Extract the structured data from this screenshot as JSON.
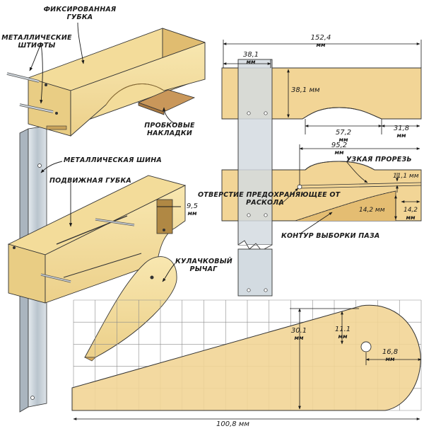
{
  "labels": {
    "fixed_jaw_1": "ФИКСИРОВАННАЯ",
    "fixed_jaw_2": "ГУБКА",
    "pins_1": "МЕТАЛЛИЧЕСКИЕ",
    "pins_2": "ШТИФТЫ",
    "cork_1": "ПРОБКОВЫЕ",
    "cork_2": "НАКЛАДКИ",
    "bar": "МЕТАЛЛИЧЕСКАЯ ШИНА",
    "movable_jaw": "ПОДВИЖНАЯ ГУБКА",
    "cam_1": "КУЛАЧКОВЫЙ",
    "cam_2": "РЫЧАГ",
    "slot": "УЗКАЯ ПРОРЕЗЬ",
    "hole_1": "ОТВЕРСТИЕ ПРЕДОХРАНЯЮЩЕЕ ОТ",
    "hole_2": "РАСКОЛА",
    "outline": "КОНТУР ВЫБОРКИ ПАЗА"
  },
  "dimensions": {
    "d_152": {
      "value": "152,4",
      "unit": "мм"
    },
    "d_38a": {
      "value": "38,1",
      "unit": "мм"
    },
    "d_38b": {
      "value": "38,1 мм"
    },
    "d_57": {
      "value": "57,2",
      "unit": "мм"
    },
    "d_31": {
      "value": "31,8",
      "unit": "мм"
    },
    "d_95": {
      "value": "95,2",
      "unit": "мм"
    },
    "d_11a": {
      "value": "11,1 мм"
    },
    "d_14a": {
      "value": "14,2 мм"
    },
    "d_14b": {
      "value": "14,2",
      "unit": "мм"
    },
    "d_9": {
      "value": "9,5",
      "unit": "мм"
    },
    "d_30": {
      "value": "30.1",
      "unit": "мм"
    },
    "d_11b": {
      "value": "11.1",
      "unit": "мм"
    },
    "d_16": {
      "value": "16,8",
      "unit": "мм"
    },
    "d_100": {
      "value": "100,8 мм"
    }
  },
  "colors": {
    "wood_light": "#f7e4a8",
    "wood_mid": "#edc97a",
    "wood_dark": "#d4a85a",
    "metal": "#c9d2da",
    "outline": "#222222"
  }
}
